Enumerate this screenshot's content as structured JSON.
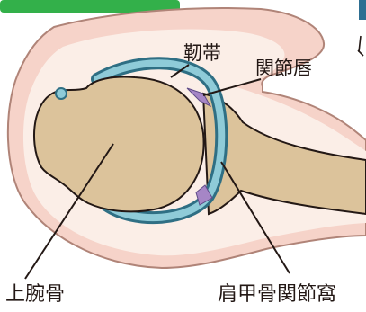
{
  "labels": {
    "ligament": "靭帯",
    "labrum": "関節唇",
    "humerus": "上腕骨",
    "glenoid": "肩甲骨関節窩"
  },
  "colors": {
    "tab": "#33b04a",
    "skin": "#f6d3c9",
    "bone": "#dcc39b",
    "capsule_inner": "#8fcbd8",
    "capsule_outer": "#2f6f84",
    "labrum": "#a686c6",
    "frame": "#2e6f92"
  }
}
